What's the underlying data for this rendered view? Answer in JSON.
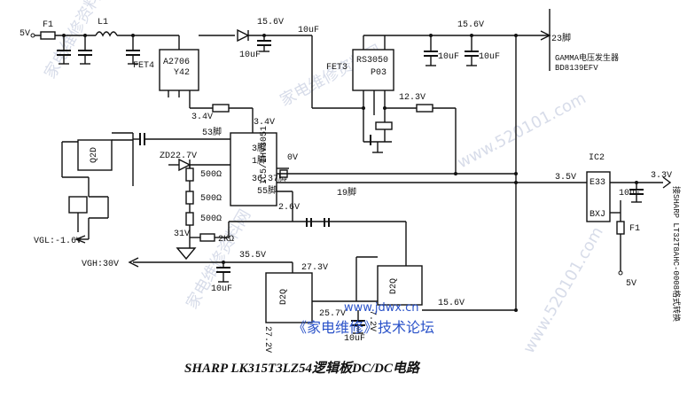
{
  "title": "SHARP LK315T3LZ54逻辑板DC/DC电路",
  "watermarks": {
    "site_url": "www.jdwx.cn",
    "forum": "《家电维修》技术论坛",
    "faint_1": "家电维修资料网",
    "faint_2": "www.520101.com"
  },
  "labels": {
    "in_5v": "5V",
    "f1": "F1",
    "l1": "L1",
    "v156_a": "15.6V",
    "cap10u_a": "10uF",
    "cap10u_b": "10uF",
    "v156_b": "15.6V",
    "cap10u_c": "10uF",
    "cap10u_d": "10uF",
    "pin23": "23脚",
    "gamma": "GAMMA电压发生器",
    "gamma_ic": "BD8139EFV",
    "fet4": "FET4",
    "a2706_1": "A2706",
    "a2706_2": "Y42",
    "fet3": "FET3",
    "rs3050_1": "RS3050",
    "rs3050_2": "P03",
    "v123": "12.3V",
    "v34_a": "3.4V",
    "v34_b": "3.4V",
    "pin53": "53脚",
    "q2d": "Q2D",
    "zd": "ZD22.7V",
    "r500_a": "500Ω",
    "r500_b": "500Ω",
    "r500_c": "500Ω",
    "ic5": "IC5/IHV3051",
    "pin3": "3脚",
    "pin1": "1脚",
    "v0": "0V",
    "pin3637": "36,37脚",
    "pin55": "55脚",
    "pin19": "19脚",
    "v26": "2.6V",
    "vgl": "VGL:-1.6V",
    "v31": "31V",
    "r2k": "2KΩ",
    "vgh": "VGH:30V",
    "v355": "35.5V",
    "cap10u_e": "10uF",
    "v273": "27.3V",
    "d2q_a": "D2Q",
    "d2q_b": "D2Q",
    "v257": "25.7V",
    "v272a": "27.2V",
    "v272b": "7.2V",
    "cap10u_f": "10uF",
    "v156_c": "15.6V",
    "ic2": "IC2",
    "v35": "3.5V",
    "e33": "E33",
    "bxj": "BXJ",
    "cap10u_g": "10uF",
    "f1b": "F1",
    "v5": "5V",
    "v33": "3.3V",
    "sharp_note": "接SHARP LT32T8AHC-0008格式转换"
  }
}
